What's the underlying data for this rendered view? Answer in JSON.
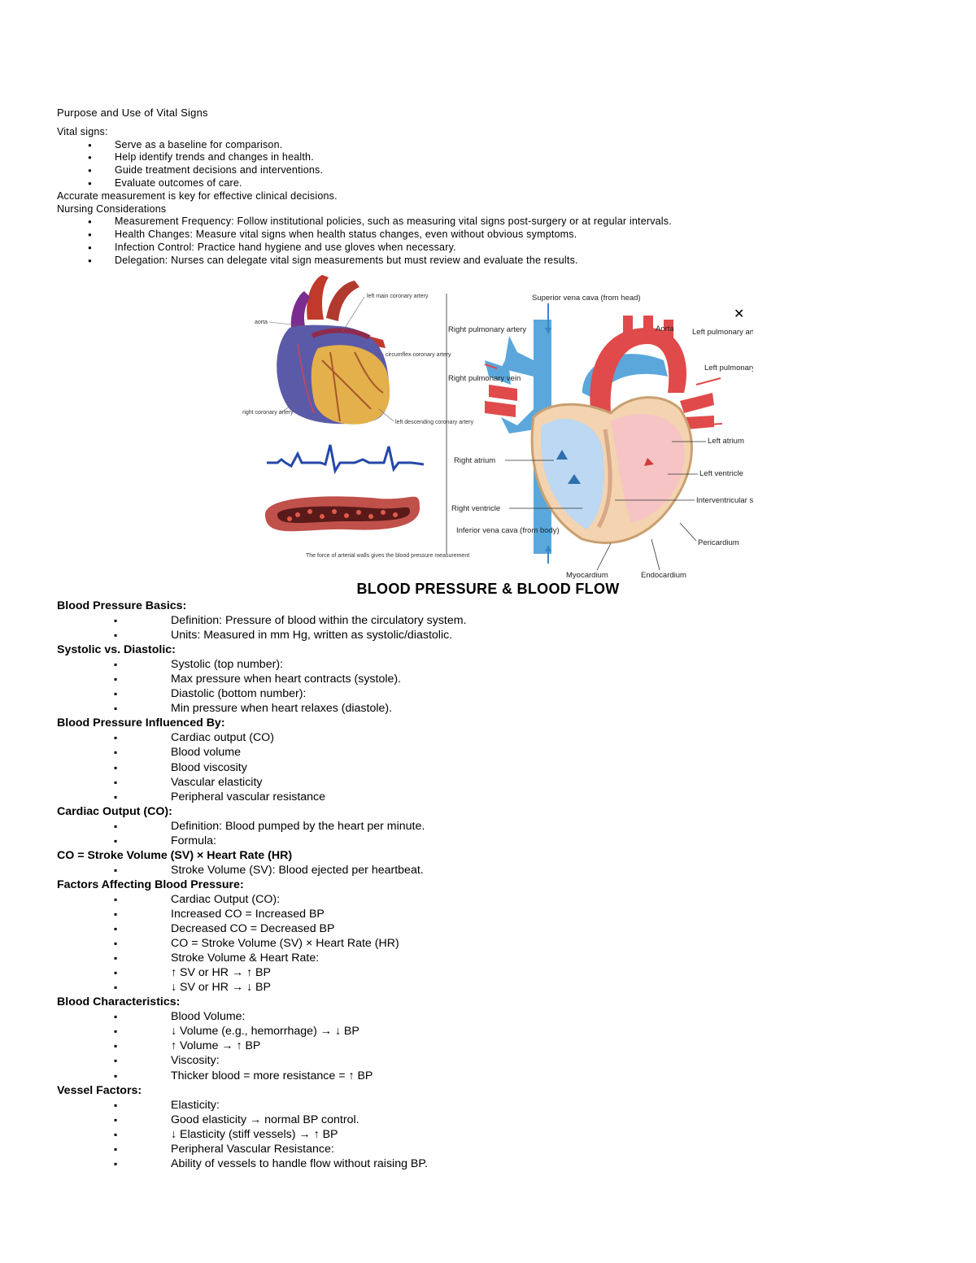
{
  "purpose": {
    "title": "Purpose and Use of Vital Signs",
    "intro": "Vital signs:",
    "items": [
      "Serve as a baseline for comparison.",
      "Help identify trends and changes in health.",
      "Guide treatment decisions and interventions.",
      "Evaluate outcomes of care."
    ],
    "accurate": "Accurate measurement is key for effective clinical decisions.",
    "nursing_title": "Nursing Considerations",
    "nursing_items": [
      "Measurement Frequency: Follow institutional policies, such as measuring vital signs post-surgery or at regular intervals.",
      "Health Changes: Measure vital signs when health status changes, even without obvious symptoms.",
      "Infection Control: Practice hand hygiene and use gloves when necessary.",
      "Delegation: Nurses can delegate vital sign measurements but must review and evaluate the results."
    ]
  },
  "figure": {
    "title": "BLOOD PRESSURE & BLOOD FLOW",
    "close": "✕",
    "left_labels": {
      "left_main": "left main coronary artery",
      "aorta": "aorta",
      "circumflex": "circumflex coronary artery",
      "right_coronary": "right coronary artery",
      "left_descending": "left descending coronary artery",
      "caption": "The force of arterial walls gives the blood pressure measurement"
    },
    "right_labels": {
      "svc": "Superior vena cava (from head)",
      "rpa": "Right pulmonary artery",
      "rpv": "Right pulmonary vein",
      "ra": "Right atrium",
      "rv": "Right ventricle",
      "ivc": "Inferior vena cava (from body)",
      "aorta": "Aorta",
      "lpa": "Left pulmonary artery",
      "lpv": "Left pulmonary vein",
      "la": "Left atrium",
      "lv": "Left ventricle",
      "septum": "Interventricular septum",
      "pericardium": "Pericardium",
      "myocardium": "Myocardium",
      "endocardium": "Endocardium"
    }
  },
  "bp": {
    "basics_title": "Blood Pressure Basics:",
    "basics": [
      "Definition: Pressure of blood within the circulatory system.",
      "Units: Measured in mm Hg, written as systolic/diastolic."
    ],
    "sysdia_title": "Systolic vs. Diastolic:",
    "sysdia": [
      "Systolic (top number):",
      "Max pressure when heart contracts (systole).",
      "Diastolic (bottom number):",
      "Min pressure when heart relaxes (diastole)."
    ],
    "influenced_title": "Blood Pressure Influenced By:",
    "influenced": [
      "Cardiac output (CO)",
      "Blood volume",
      "Blood viscosity",
      "Vascular elasticity",
      "Peripheral vascular resistance"
    ],
    "co_title": "Cardiac Output (CO):",
    "co": [
      "Definition: Blood pumped by the heart per minute.",
      "Formula:"
    ],
    "co_formula": "CO = Stroke Volume (SV) × Heart Rate (HR)",
    "co_after": [
      "Stroke Volume (SV): Blood ejected per heartbeat."
    ],
    "factors_title": "Factors Affecting Blood Pressure:",
    "factors": [
      "Cardiac Output (CO):",
      "Increased CO = Increased BP",
      "Decreased CO = Decreased BP",
      "CO = Stroke Volume (SV) × Heart Rate (HR)",
      "Stroke Volume & Heart Rate:",
      "↑ SV or HR → ↑ BP",
      "↓ SV or HR → ↓ BP"
    ],
    "blood_title": "Blood Characteristics:",
    "blood": [
      "Blood Volume:",
      "↓ Volume (e.g., hemorrhage) → ↓ BP",
      "↑ Volume → ↑ BP",
      "Viscosity:",
      "Thicker blood = more resistance = ↑ BP"
    ],
    "vessel_title": "Vessel Factors:",
    "vessel": [
      "Elasticity:",
      "Good elasticity → normal BP control.",
      "↓ Elasticity (stiff vessels) → ↑ BP",
      "Peripheral Vascular Resistance:",
      "Ability of vessels to handle flow without raising BP."
    ]
  }
}
